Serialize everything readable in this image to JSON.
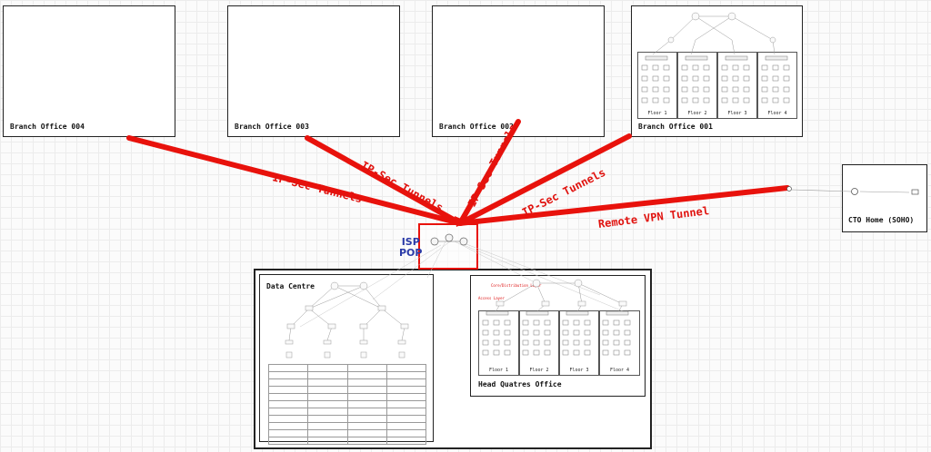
{
  "branch_offices": [
    {
      "name": "Branch Office 004"
    },
    {
      "name": "Branch Office 003"
    },
    {
      "name": "Branch Office 002"
    },
    {
      "name": "Branch Office 001"
    }
  ],
  "tunnels": [
    {
      "label": "IP-Sec Tunnels"
    },
    {
      "label": "IP-Sec Tunnels"
    },
    {
      "label": "IP-Sec Tunnels"
    },
    {
      "label": "IP-Sec Tunnels"
    },
    {
      "label": "Remote VPN Tunnel"
    }
  ],
  "isp": {
    "line1": "ISP",
    "line2": "POP"
  },
  "cto_home": {
    "name": "CTO Home (SOHO)"
  },
  "data_centre": {
    "name": "Data Centre"
  },
  "head_office": {
    "name": "Head Quatres Office",
    "core_label": "Core/Distribution Layer",
    "access_label": "Access Layer"
  },
  "floors": [
    "Floor 1",
    "Floor 2",
    "Floor 3",
    "Floor 4"
  ],
  "colors": {
    "tunnel": "#e8120c",
    "isp_border": "#e8120c",
    "isp_text": "#2a3aa8"
  }
}
